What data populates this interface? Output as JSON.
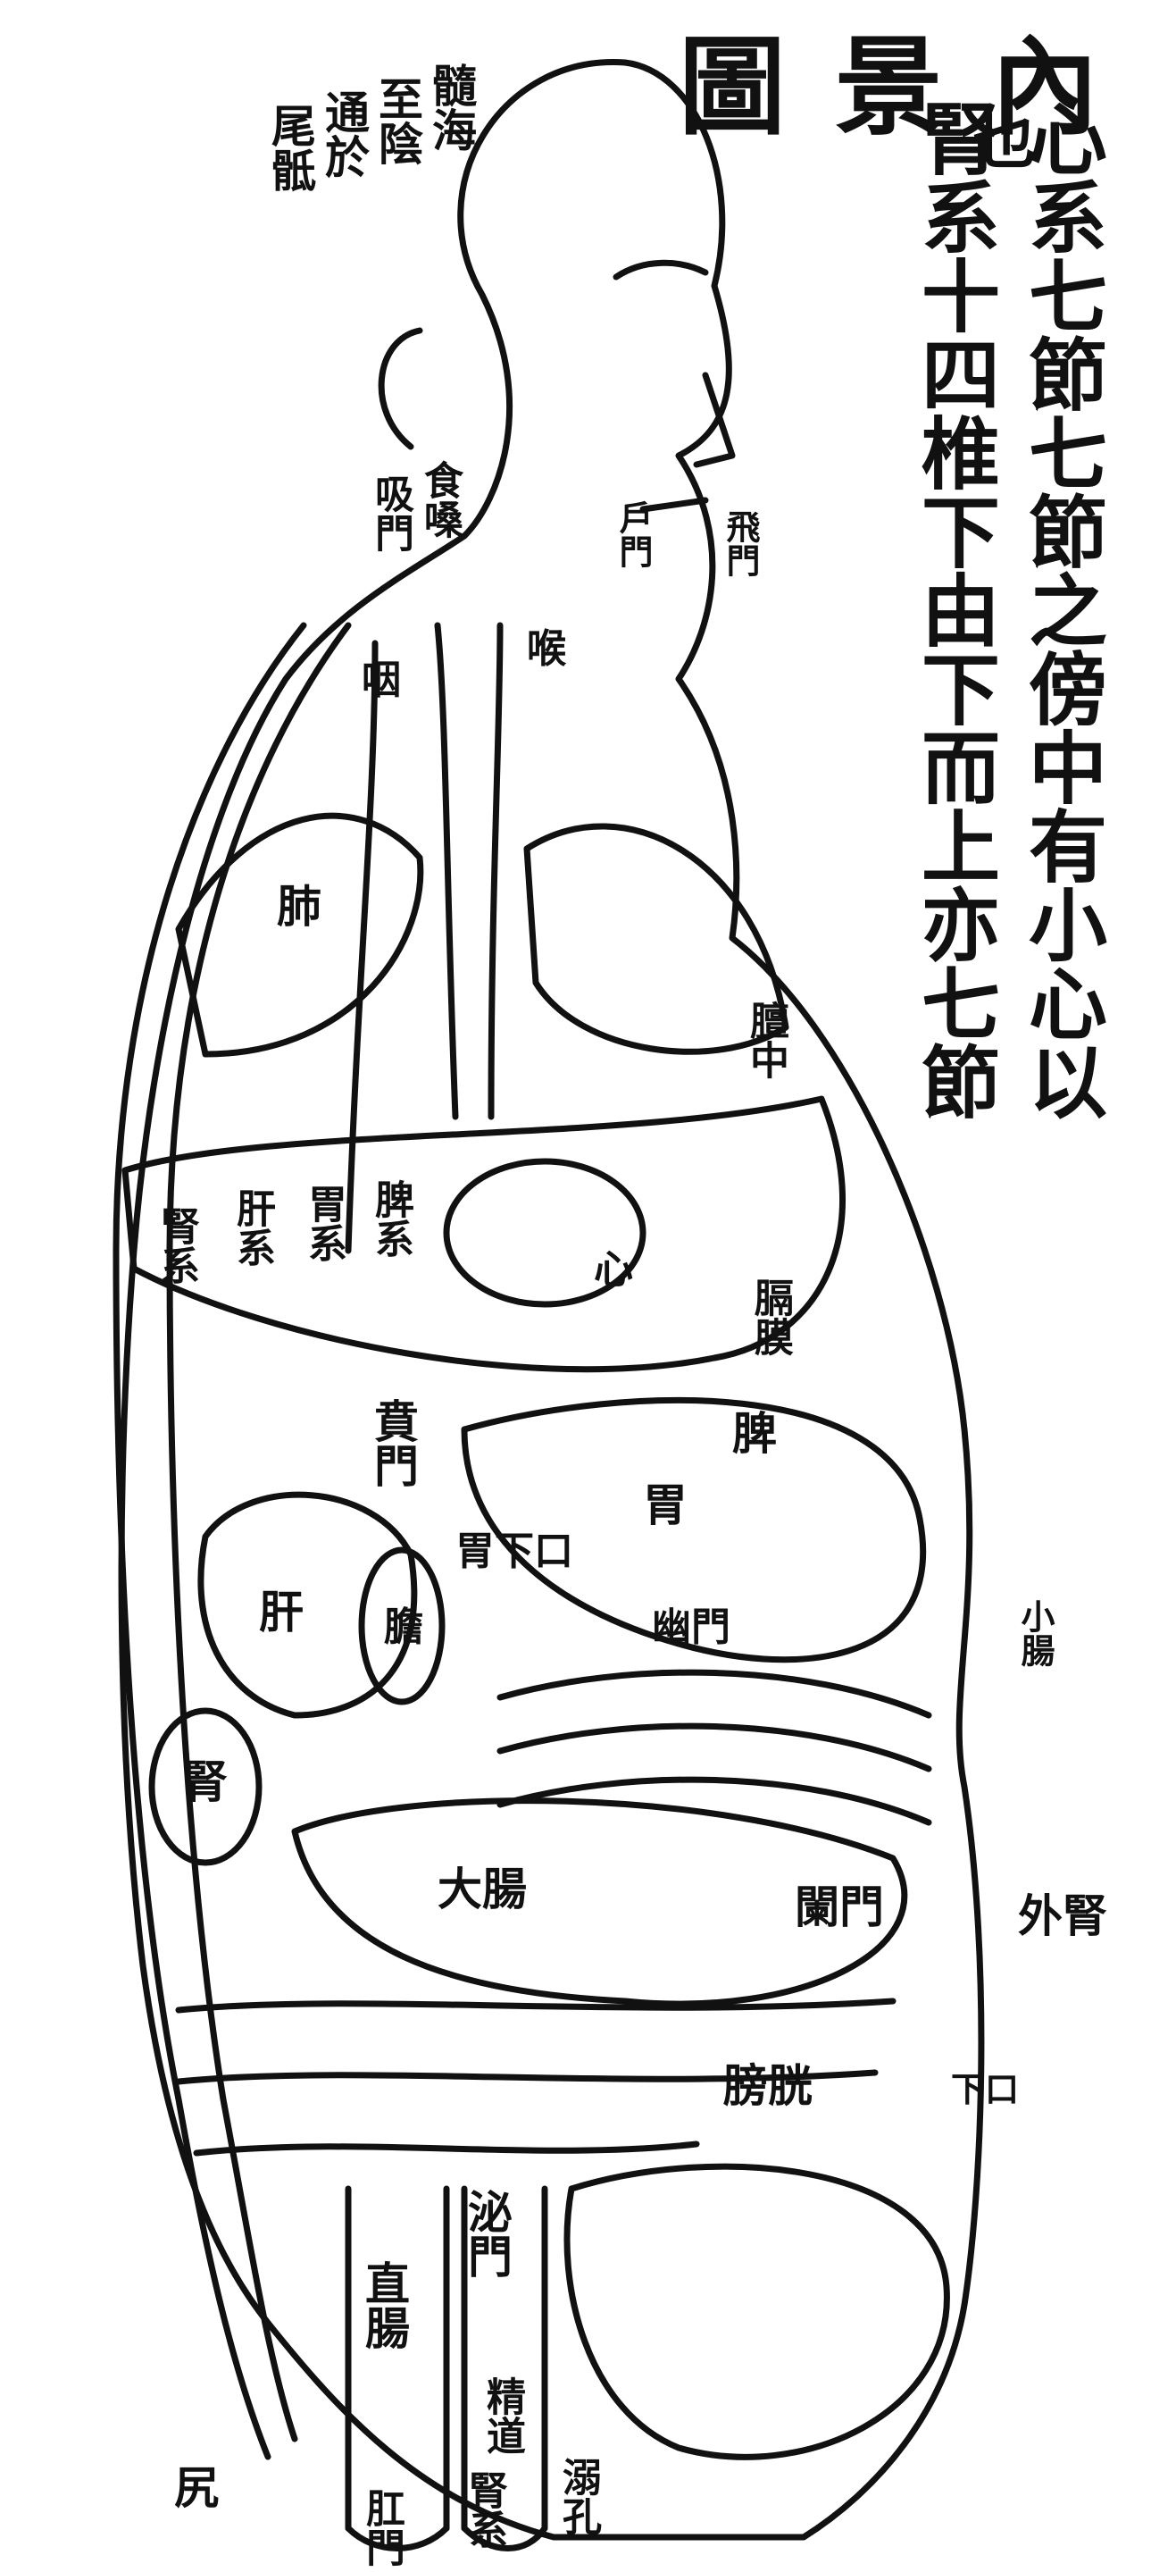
{
  "title": "圖景內",
  "text_columns": [
    "也",
    "腎系十四椎下由下而上亦七節",
    "心系七節七節之傍中有小心以"
  ],
  "labels": {
    "sui_hai": "髓海",
    "zhi_yin": "至陰",
    "tong_yu": "通於",
    "wei_di": "尾骶",
    "xi_men": "吸門",
    "shi_sang": "食嗓",
    "hu_men": "戶門",
    "fei_men": "飛門",
    "yan": "咽",
    "hou": "喉",
    "fei": "肺",
    "tan_zhong": "膻中",
    "xin": "心",
    "shen_xi": "腎系",
    "gan_xi": "肝系",
    "wei_xi": "胃系",
    "pi_xi": "脾系",
    "ge_mo": "膈膜",
    "pi": "脾",
    "ben_men": "賁門",
    "wei": "胃",
    "you_men": "幽門",
    "xiao_chang": "小腸",
    "gan": "肝",
    "dan": "膽",
    "shen": "腎",
    "da_chang": "大腸",
    "lan_men": "闌門",
    "shen_xi2": "腎系",
    "pang_guang": "膀胱",
    "xia_kou": "下口",
    "mi_men": "泌門",
    "zhi_chang": "直腸",
    "jing_dao": "精道",
    "ni_kong": "溺孔",
    "gang_men": "肛門",
    "kao": "尻",
    "wai_ren": "外腎",
    "wei_xia_kou": "胃下口"
  },
  "colors": {
    "ink": "#111111",
    "paper": "#ffffff"
  }
}
